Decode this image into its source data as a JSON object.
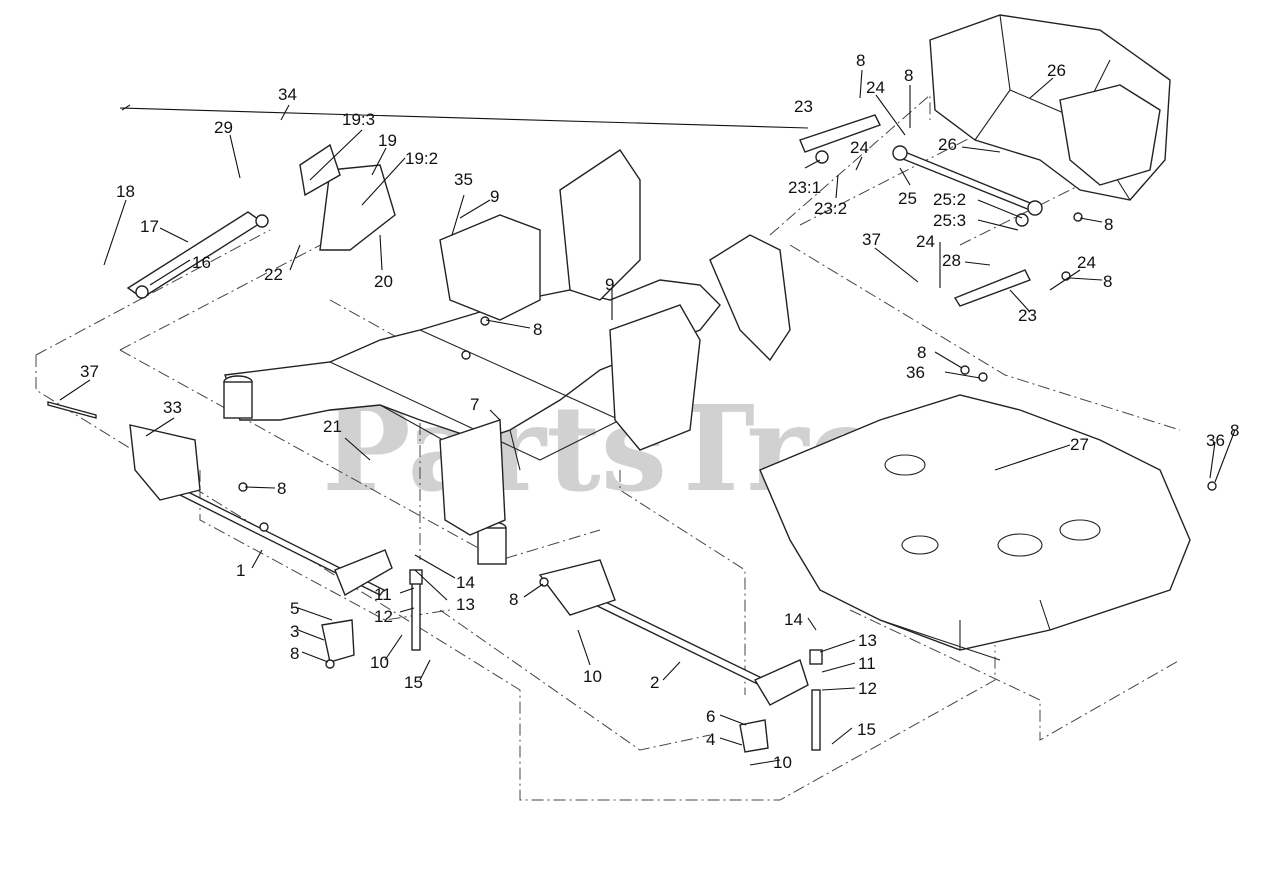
{
  "watermark": "PartsTree",
  "callouts": {
    "c34": "34",
    "c29": "29",
    "c19_3": "19:3",
    "c19": "19",
    "c19_2": "19:2",
    "c18": "18",
    "c17": "17",
    "c16": "16",
    "c22": "22",
    "c20": "20",
    "c35": "35",
    "c9a": "9",
    "c9b": "9",
    "c8_mid": "8",
    "c37_left": "37",
    "c33": "33",
    "c7": "7",
    "c21": "21",
    "c8_left": "8",
    "c1": "1",
    "c11a": "11",
    "c14a": "14",
    "c13a": "13",
    "c12a": "12",
    "c5": "5",
    "c3": "3",
    "c8_bl": "8",
    "c10a": "10",
    "c15a": "15",
    "c8_center": "8",
    "c10b": "10",
    "c2": "2",
    "c14b": "14",
    "c13b": "13",
    "c11b": "11",
    "c12b": "12",
    "c6": "6",
    "c4": "4",
    "c10c": "10",
    "c15b": "15",
    "c8_tr1": "8",
    "c8_tr2": "8",
    "c24_a": "24",
    "c23_top": "23",
    "c26_a": "26",
    "c26_b": "26",
    "c24_b": "24",
    "c23_1": "23:1",
    "c23_2": "23:2",
    "c25": "25",
    "c25_2": "25:2",
    "c25_3": "25:3",
    "c8_r": "8",
    "c37_right": "37",
    "c24_c": "24",
    "c28": "28",
    "c24_d": "24",
    "c8_rr": "8",
    "c23_bottom": "23",
    "c8_deck": "8",
    "c36_deck": "36",
    "c27": "27",
    "c36_far": "36",
    "c8_far": "8"
  }
}
